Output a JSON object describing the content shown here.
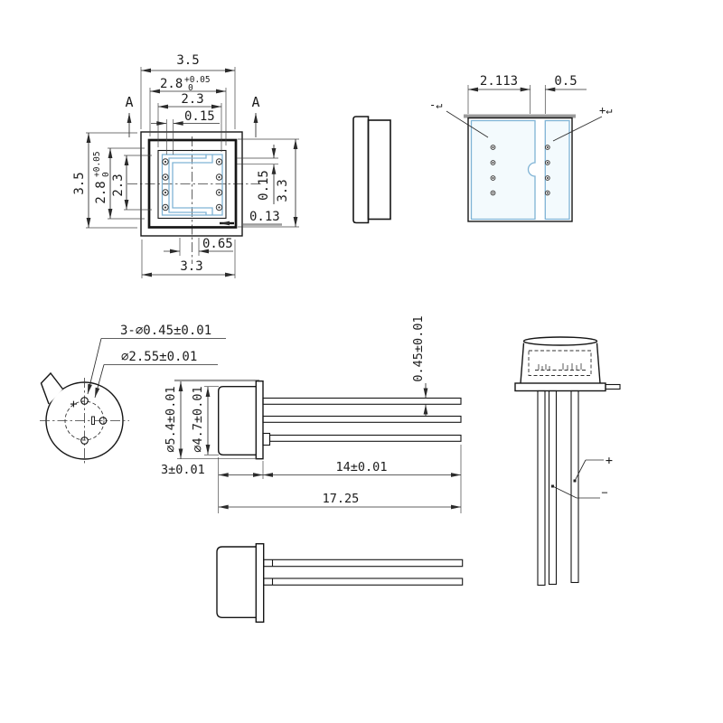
{
  "top_view": {
    "dim_overall": "3.5",
    "dim_inner": "2.8",
    "dim_inner_tol_upper": "+0.05",
    "dim_inner_tol_lower": "0",
    "dim_cavity": "2.3",
    "dim_trace_gap": "0.15",
    "dim_body": "3.3",
    "dim_pad_mark": "0.13",
    "dim_bottom_offset": "0.65",
    "section_label": "A"
  },
  "section_view": {
    "dim_element_width": "2.113",
    "dim_element_gap": "0.5",
    "label_negative": "-↵",
    "label_positive": "+↵"
  },
  "pin_view": {
    "label_pin_diameter": "3-∅0.45±0.01",
    "label_pin_circle": "∅2.55±0.01",
    "polarity_mark": "+"
  },
  "side_view": {
    "dim_flange_diameter": "∅5.4±0.01",
    "dim_can_diameter": "∅4.7±0.01",
    "dim_pin_diameter": "0.45±0.01",
    "dim_can_length": "3±0.01",
    "dim_pin_length": "14±0.01",
    "dim_total_length": "17.25"
  },
  "front_view": {
    "label_positive": "+",
    "label_negative": "−"
  },
  "colors": {
    "outline": "#161616",
    "dimension": "#2b2b2b",
    "trace_blue": "#7fb3d5",
    "trace_fill": "#f3fafd",
    "gray": "#9b9b9b",
    "background": "#ffffff"
  }
}
